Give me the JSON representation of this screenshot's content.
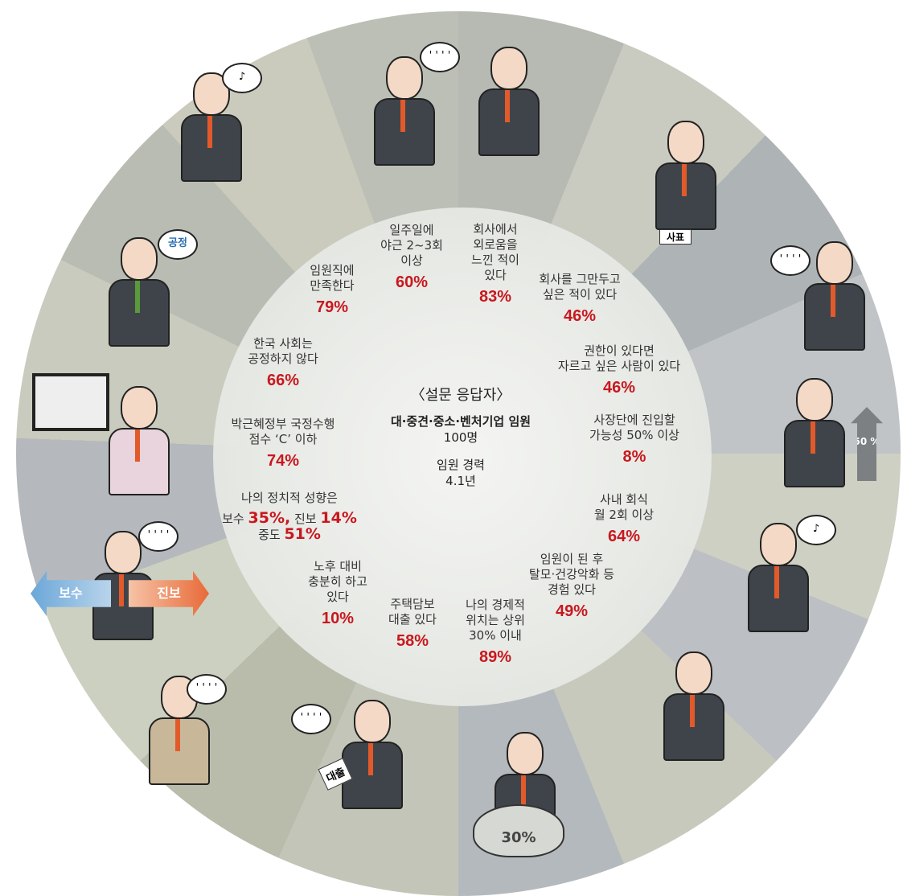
{
  "center": {
    "title": "〈설문 응답자〉",
    "respondents": "대·중견·중소·벤처기업 임원",
    "count": "100명",
    "career_label": "임원 경력",
    "career_value": "4.1년"
  },
  "items": [
    {
      "label": "임원직에\n만족한다",
      "pct": "79%"
    },
    {
      "label": "일주일에\n야근 2~3회\n이상",
      "pct": "60%"
    },
    {
      "label": "회사에서\n외로움을\n느낀 적이\n있다",
      "pct": "83%"
    },
    {
      "label": "회사를 그만두고\n싶은 적이 있다",
      "pct": "46%"
    },
    {
      "label": "권한이 있다면\n자르고 싶은 사람이 있다",
      "pct": "46%"
    },
    {
      "label": "사장단에 진입할\n가능성 50% 이상",
      "pct": "8%"
    },
    {
      "label": "사내 회식\n월 2회 이상",
      "pct": "64%"
    },
    {
      "label": "임원이 된 후\n탈모·건강악화 등\n경험 있다",
      "pct": "49%"
    },
    {
      "label": "나의 경제적\n위치는 상위\n30% 이내",
      "pct": "89%"
    },
    {
      "label": "주택담보\n대출 있다",
      "pct": "58%"
    },
    {
      "label": "노후 대비\n충분히 하고\n있다",
      "pct": "10%"
    },
    {
      "label": "박근혜정부 국정수행\n점수 ‘C’ 이하",
      "pct": "74%"
    },
    {
      "label": "한국 사회는\n공정하지 않다",
      "pct": "66%"
    }
  ],
  "politics": {
    "label": "나의 정치적 성향은",
    "conservative_label": "보수",
    "conservative_pct": "35%,",
    "progressive_label": "진보",
    "progressive_pct": "14%",
    "moderate_label": "중도",
    "moderate_pct": "51%"
  },
  "illustrations": {
    "left_arrow": "보수",
    "right_arrow": "진보",
    "up_arrow": "50\n%",
    "rock": "30%",
    "fair_sign": "공정",
    "loan_doc": "대출",
    "resign_letter": "사표",
    "music": "♪",
    "speech": "' ' ' '"
  }
}
